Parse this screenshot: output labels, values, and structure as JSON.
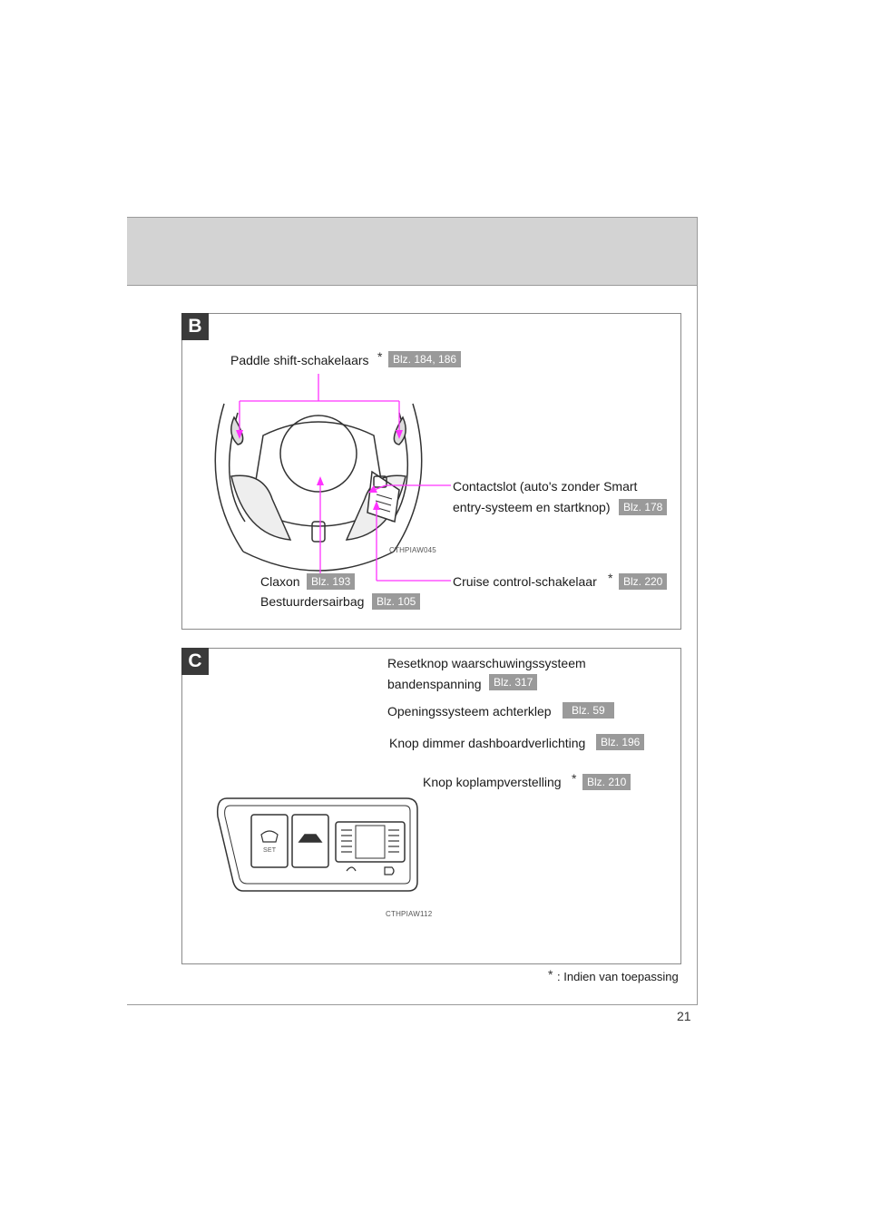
{
  "sections": {
    "b": {
      "letter": "B",
      "paddle": {
        "label": "Paddle shift-schakelaars",
        "star": "*",
        "ref": "Blz. 184, 186"
      },
      "contact": {
        "line1": "Contactslot (auto's zonder Smart",
        "line2": "entry-systeem en startknop)",
        "ref": "Blz. 178"
      },
      "figure_code": "CTHPIAW045",
      "claxon": {
        "label": "Claxon",
        "ref": "Blz. 193"
      },
      "airbag": {
        "label": "Bestuurdersairbag",
        "ref": "Blz. 105"
      },
      "cruise": {
        "label": "Cruise control-schakelaar",
        "star": "*",
        "ref": "Blz. 220"
      }
    },
    "c": {
      "letter": "C",
      "reset": {
        "line1": "Resetknop waarschuwingssysteem",
        "line2": "bandenspanning",
        "ref": "Blz. 317"
      },
      "trunk": {
        "label": "Openingssysteem achterklep",
        "ref": "Blz. 59"
      },
      "dimmer": {
        "label": "Knop dimmer dashboardverlichting",
        "ref": "Blz. 196"
      },
      "headlamp": {
        "label": "Knop koplampverstelling",
        "star": "*",
        "ref": "Blz. 210"
      },
      "set_text": "SET",
      "figure_code": "CTHPIAW112"
    }
  },
  "footnote": {
    "star": "*",
    "text": ": Indien van toepassing"
  },
  "page_number": "21",
  "colors": {
    "leader": "#ff33ff",
    "badge": "#9a9a9a",
    "header_band": "#d3d3d3",
    "section_tab": "#3a3a3a"
  }
}
